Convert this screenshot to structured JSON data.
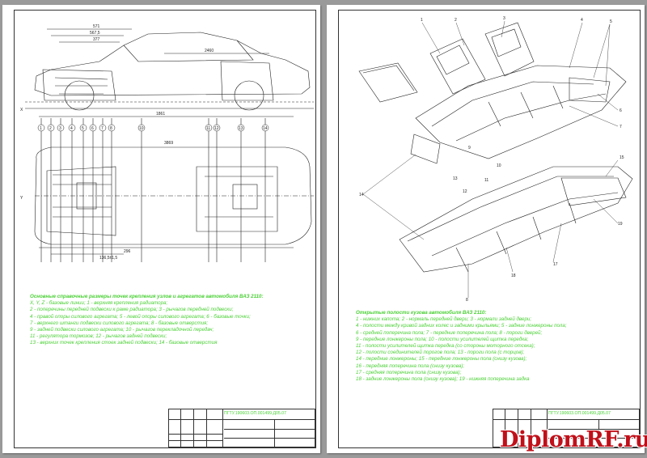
{
  "left_sheet": {
    "caption_title": "Основные справочные размеры точек крепления узлов и агрегатов автомобиля ВАЗ 2110:",
    "caption_lines": [
      "X, Y, Z - базовые линии; 1 - верхняя крепления радиатора;",
      "2 - поперечины передней подвески к раме радиатора; 3 - рычагов передней подвески;",
      "4 - правой опоры силового агрегата; 5 - левой опоры силового агрегата; 6 - базовые точки;",
      "7 - верхнего штанги подвески силового агрегата; 8 - базовые отверстия;",
      "9 - задней подвески силового агрегата; 10 - рычагов перекладочной передач;",
      "11 - регулятора тормозов; 12 - рычагов задней подвески;",
      "13 - верхних точек крепления стоек задней подвески; 14 - базовые отверстия"
    ],
    "doc_code": "ПГТУ.190603.ОП.001499.Д05.07"
  },
  "right_sheet": {
    "caption_title": "Открытые полости кузова автомобиля ВАЗ 2110:",
    "caption_lines": [
      "1 - нижних капота; 2 - нормаль передней двери; 3 - нормали задней двери;",
      "4 - полости между кривой задних колес и задними крыльями; 5 - задние лонжероны пола;",
      "6 - средней поперечина пола; 7 - передние поперечина пола; 8 - пороги дверей;",
      "9 - передние лонжероны пола; 10 - полости усилителей щитка передка;",
      "11 - полости усилителей щитка передка (со стороны моторного отсека);",
      "12 - полости соединителей порогов пола; 13 - пороги пола (с торцов);",
      "14 - передние лонжероны; 15 - передние лонжероны пола (снизу кузова);",
      "16 - передняя поперечина пола (снизу кузова);",
      "17 - средняя поперечина пола (снизу кузова);",
      "18 - задние лонжероны пола (снизу кузова); 19 - нижняя поперечина задка"
    ],
    "doc_code": "ПГТУ.190603.ОП.001499.Д05.07"
  },
  "watermark": "DiplomRF.ru",
  "colors": {
    "caption": "#4cd137",
    "watermark": "#c0101a",
    "line": "#222222"
  }
}
